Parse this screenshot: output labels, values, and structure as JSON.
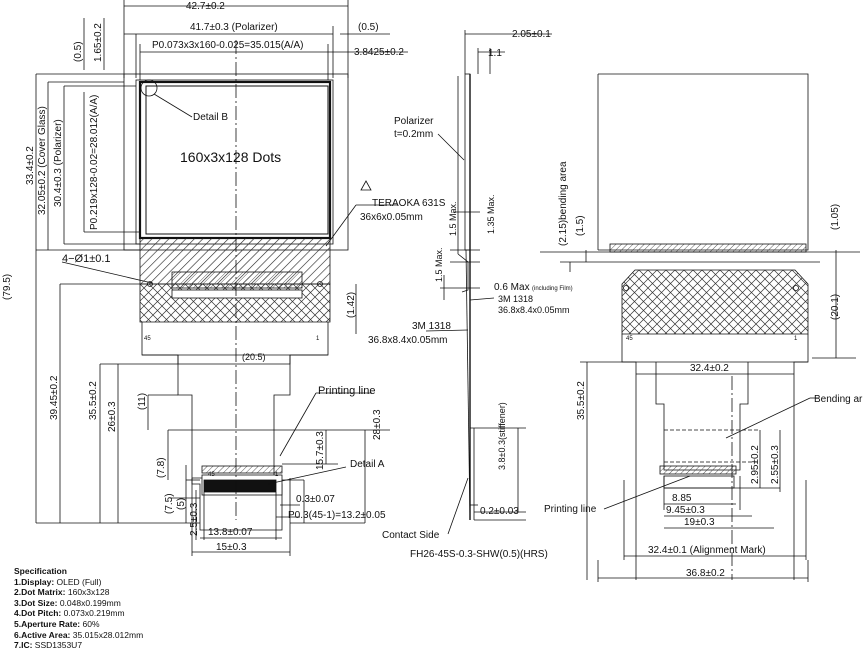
{
  "front_view": {
    "dims": {
      "overall_width": "42.7±0.2",
      "polarizer_width": "41.7±0.3 (Polarizer)",
      "offset_right": "(0.5)",
      "active_width": "P0.073x3x160-0.025=35.015(A/A)",
      "side_gap": "3.8425±0.2",
      "top_offset": "(0.5)",
      "top_gap": "1.65±0.2",
      "overall_height": "33.4±0.2",
      "cover_glass_height": "32.05±0.2 (Cover Glass)",
      "polarizer_height": "30.4±0.3 (Polarizer)",
      "active_height": "P0.219x128-0.02=28.012(A/A)",
      "total_length": "(79.5)",
      "holes": "4−Ø1±0.1",
      "height_39": "39.45±0.2",
      "height_35": "35.5±0.2",
      "height_26": "26±0.3",
      "height_11": "(11)",
      "height_28": "28±0.3",
      "height_15": "15.7±0.3",
      "height_7_8": "(7.8)",
      "height_7_5": "(7.5)",
      "height_5": "(5)",
      "height_2_5": "2.5±0.3",
      "tail_width": "(20.5)",
      "tape_height": "(1.42)",
      "pad_pitch_small": "0.3±0.07",
      "pad_pitch": "P0.3(45-1)=13.2±0.05",
      "pad_width": "13.8±0.07",
      "tail_end_width": "15±0.3"
    },
    "labels": {
      "detail_b": "Detail B",
      "dots": "160x3x128 Dots",
      "teraoka": "TERAOKA 631S",
      "teraoka_size": "36x6x0.05mm",
      "printing_line": "Printing line",
      "detail_a": "Detail A",
      "pin_45": "45",
      "pin_1": "1",
      "pin_45_top": "45",
      "pin_1_top": "1"
    }
  },
  "side_view": {
    "dims": {
      "thick_2_05": "2.05±0.1",
      "thick_1_1": "1.1",
      "max_1_5a": "1.5 Max.",
      "max_1_5b": "1.5 Max.",
      "max_1_35": "1.35 Max.",
      "max_0_6": "0.6 Max",
      "max_0_6_note": "(including Film)",
      "stiffener": "3.8±0.3(stiffener)",
      "stiffener_thick": "0.2±0.03"
    },
    "labels": {
      "polarizer": "Polarizer",
      "polarizer_t": "t=0.2mm",
      "tape_3m_a": "3M 1318",
      "tape_3m_a_size": "36.8x8.4x0.05mm",
      "tape_3m_b": "3M 1318",
      "tape_3m_b_size": "36.8x8.4x0.05mm",
      "contact_side": "Contact Side",
      "connector": "FH26-45S-0.3-SHW(0.5)(HRS)"
    }
  },
  "back_view": {
    "dims": {
      "bending_area": "(2.15)bending area",
      "d_1_5": "(1.5)",
      "d_1_05": "(1.05)",
      "d_20_1": "(20.1)",
      "d_32_4": "32.4±0.2",
      "d_35_5": "35.5±0.2",
      "d_2_95": "2.95±0.2",
      "d_2_55": "2.55±0.3",
      "d_8_85": "8.85",
      "d_9_45": "9.45±0.3",
      "d_19": "19±0.3",
      "d_32_4_mark": "32.4±0.1 (Alignment Mark)",
      "d_36_8": "36.8±0.2"
    },
    "labels": {
      "bending_area": "Bending ar",
      "printing_line": "Printing line",
      "pin_45": "45",
      "pin_1": "1"
    }
  },
  "specification": {
    "title": "Specification",
    "items": [
      {
        "key": "1.Display:",
        "value": "OLED (Full)"
      },
      {
        "key": "2.Dot Matrix:",
        "value": "160x3x128"
      },
      {
        "key": "3.Dot Size:",
        "value": "0.048x0.199mm"
      },
      {
        "key": "4.Dot Pitch:",
        "value": "0.073x0.219mm"
      },
      {
        "key": "5.Aperture Rate:",
        "value": "60%"
      },
      {
        "key": "6.Active Area:",
        "value": "35.015x28.012mm"
      },
      {
        "key": "7.IC:",
        "value": "SSD1353U7"
      }
    ]
  }
}
